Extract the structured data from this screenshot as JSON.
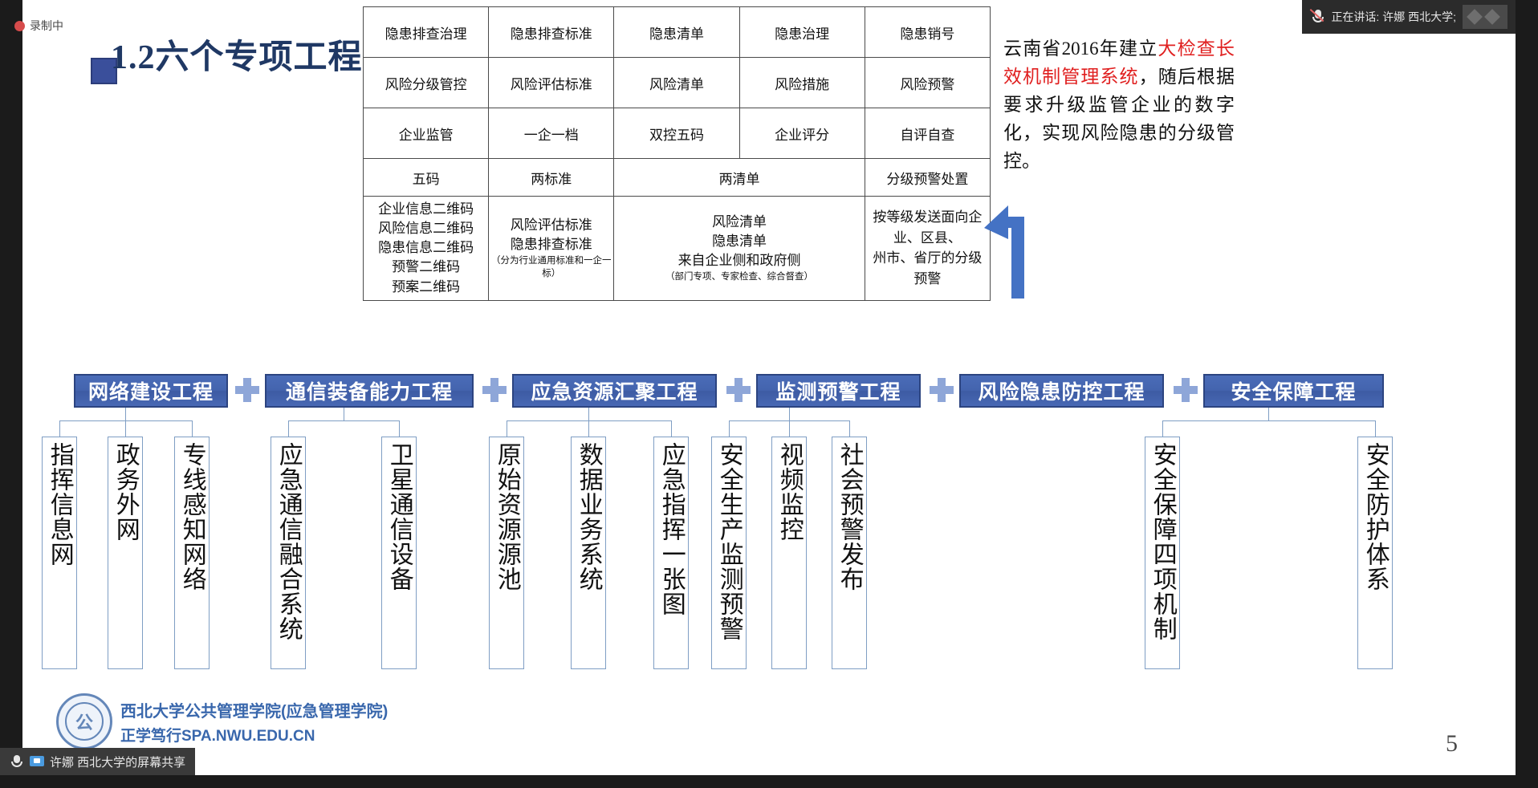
{
  "meta": {
    "recording_label": "录制中",
    "page_number": "5"
  },
  "speaker_overlay": {
    "status_text": "正在讲话: 许娜 西北大学;",
    "mic_icon": "mic-muted-icon",
    "thumbnail_icon": "participant-thumbnail"
  },
  "share_bar": {
    "mic_icon": "microphone-icon",
    "screen_icon": "screen-share-icon",
    "text": "许娜 西北大学的屏幕共享"
  },
  "slide": {
    "title": "1.2六个专项工程",
    "description": {
      "part1": "云南省2016年建立",
      "highlight": "大检查长效机制管理系统",
      "part2": "，随后根据要求升级监管企业的数字化，实现风险隐患的分级管控。"
    },
    "matrix": {
      "row1": [
        "隐患排查治理",
        "隐患排查标准",
        "隐患清单",
        "隐患治理",
        "隐患销号"
      ],
      "row2": [
        "风险分级管控",
        "风险评估标准",
        "风险清单",
        "风险措施",
        "风险预警"
      ],
      "row3": [
        "企业监管",
        "一企一档",
        "双控五码",
        "企业评分",
        "自评自查"
      ],
      "row4": [
        "五码",
        "两标准",
        "两清单",
        "分级预警处置"
      ],
      "row5": {
        "col1": "企业信息二维码\n风险信息二维码\n隐患信息二维码\n预警二维码\n预案二维码",
        "col2_main": "风险评估标准\n隐患排查标准",
        "col2_sub": "（分为行业通用标准和一企一标）",
        "col3_main": "风险清单\n隐患清单\n来自企业侧和政府侧",
        "col3_sub": "（部门专项、专家检查、综合督查）",
        "col4": "按等级发送面向企业、区县、\n州市、省厅的分级预警"
      }
    },
    "programs": [
      {
        "label": "网络建设工程",
        "items": [
          "指挥信息网",
          "政务外网",
          "专线感知网络"
        ]
      },
      {
        "label": "通信装备能力工程",
        "items": [
          "应急通信融合系统",
          "卫星通信设备"
        ]
      },
      {
        "label": "应急资源汇聚工程",
        "items": [
          "原始资源源池",
          "数据业务系统",
          "应急指挥一张图"
        ]
      },
      {
        "label": "监测预警工程",
        "items": [
          "安全生产监测预警",
          "视频监控",
          "社会预警发布"
        ]
      },
      {
        "label": "风险隐患防控工程",
        "items": []
      },
      {
        "label": "安全保障工程",
        "items": [
          "安全保障四项机制",
          "安全防护体系"
        ]
      }
    ],
    "footer": {
      "line1": "西北大学公共管理学院(应急管理学院)",
      "line2": "正学笃行SPA.NWU.EDU.CN",
      "logo_text": "公"
    }
  },
  "colors": {
    "title": "#1f3864",
    "bar_blue": "#4464ae",
    "highlight_red": "#e02020",
    "box_border": "#7f9ec4"
  }
}
